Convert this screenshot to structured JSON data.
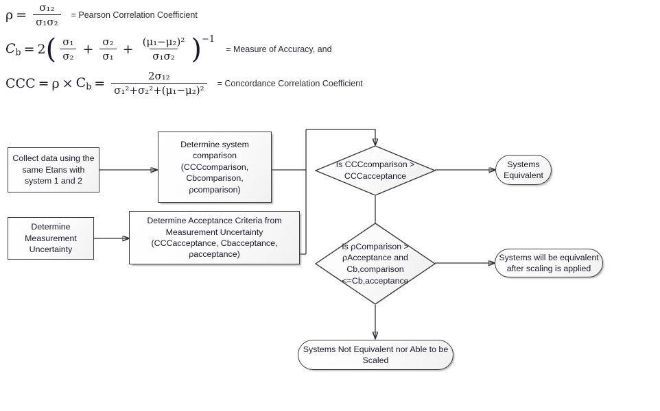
{
  "formulas": [
    {
      "id": "pearson",
      "lhs": "ρ",
      "numerator": "σ₁₂",
      "denominator": "σ₁σ₂",
      "description": "= Pearson Correlation Coefficient"
    },
    {
      "id": "measure-of-accuracy",
      "lhs": "C",
      "lhs_sub": "b",
      "coefficient": "2",
      "term1_num": "σ₁",
      "term1_den": "σ₂",
      "term2_num": "σ₂",
      "term2_den": "σ₁",
      "term3_num": "(μ₁−μ₂)²",
      "term3_den": "σ₁σ₂",
      "exponent": "−1",
      "description": "= Measure of Accuracy, and"
    },
    {
      "id": "ccc",
      "lhs": "CCC",
      "mid_rho": "ρ",
      "mid_times": "×",
      "mid_cb": "C",
      "mid_cb_sub": "b",
      "numerator": "2σ₁₂",
      "denominator": "σ₁²+σ₂²+(μ₁−μ₂)²",
      "description": "= Concordance Correlation Coefficient"
    }
  ],
  "flowchart": {
    "nodes": [
      {
        "id": "collect-data",
        "shape": "process",
        "label": "Collect data using the same Etans with system 1 and 2"
      },
      {
        "id": "determine-system-comparison",
        "shape": "process",
        "label": "Determine system comparison (CCCcomparison, Cbcomparison, ρcomparison)"
      },
      {
        "id": "determine-measurement-uncertainty",
        "shape": "process",
        "label": "Determine Measurement Uncertainty"
      },
      {
        "id": "determine-acceptance-criteria",
        "shape": "process",
        "label": "Determine Acceptance Criteria from Measurement Uncertainty (CCCacceptance, Cbacceptance, ρacceptance)"
      },
      {
        "id": "decision-ccc",
        "shape": "decision",
        "label": "Is CCCcomparison > CCCacceptance"
      },
      {
        "id": "decision-rho-cb",
        "shape": "decision",
        "label": "Is ρComparison > ρAcceptance and Cb,comparison <=Cb,acceptance"
      },
      {
        "id": "systems-equivalent",
        "shape": "terminator",
        "label": "Systems Equivalent"
      },
      {
        "id": "systems-equivalent-after-scaling",
        "shape": "terminator",
        "label": "Systems will be equivalent after scaling is applied"
      },
      {
        "id": "systems-not-equivalent",
        "shape": "terminator",
        "label": "Systems Not Equivalent nor Able to be Scaled"
      }
    ]
  },
  "colors": {
    "node_border": "#3a3a3a",
    "node_fill": "#fdfdfd",
    "connector": "#2f2f2f",
    "text": "#17172b",
    "background": "#ffffff"
  }
}
